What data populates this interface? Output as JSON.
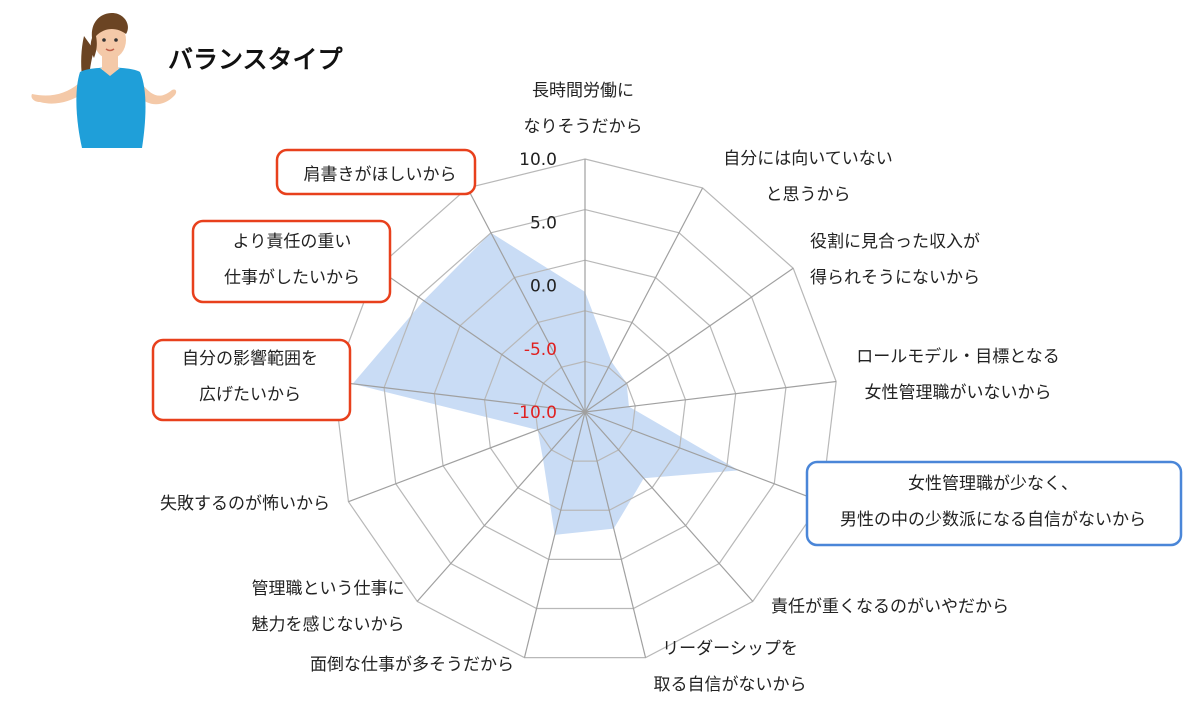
{
  "header": {
    "title": "バランスタイプ"
  },
  "illustration": {
    "icon": "woman-shrugging-icon"
  },
  "chart_data": {
    "type": "radar",
    "title": "バランスタイプ",
    "range": [
      -10,
      10
    ],
    "tick_labels": [
      "10.0",
      "5.0",
      "0.0",
      "-5.0",
      "-10.0"
    ],
    "negative_tick_color": "#e02020",
    "fill_color": "#c9dcf5",
    "grid": true,
    "axes": [
      {
        "lines": [
          "長時間労働に",
          "なりそうだから"
        ]
      },
      {
        "lines": [
          "自分には向いていない",
          "と思うから"
        ]
      },
      {
        "lines": [
          "役割に見合った収入が",
          "得られそうにないから"
        ]
      },
      {
        "lines": [
          "ロールモデル・目標となる",
          "女性管理職がいないから"
        ]
      },
      {
        "lines": [
          "女性管理職が少なく、",
          "男性の中の少数派になる自信がないから"
        ],
        "highlight": "blue"
      },
      {
        "lines": [
          "責任が重くなるのがいやだから"
        ]
      },
      {
        "lines": [
          "リーダーシップを",
          "取る自信がないから"
        ]
      },
      {
        "lines": [
          "面倒な仕事が多そうだから"
        ]
      },
      {
        "lines": [
          "管理職という仕事に",
          "魅力を感じないから"
        ]
      },
      {
        "lines": [
          "失敗するのが怖いから"
        ]
      },
      {
        "lines": [
          "自分の影響範囲を",
          "広げたいから"
        ],
        "highlight": "red"
      },
      {
        "lines": [
          "より責任の重い",
          "仕事がしたいから"
        ],
        "highlight": "red"
      },
      {
        "lines": [
          "肩書きがほしいから"
        ],
        "highlight": "red"
      }
    ],
    "values": [
      -0.5,
      -5.5,
      -6.0,
      -6.5,
      3.0,
      -3.0,
      -0.5,
      0.0,
      -5.0,
      -6.0,
      8.5,
      5.5,
      6.0
    ],
    "highlight_colors": {
      "red": "#e8401c",
      "blue": "#4a86d8"
    }
  }
}
